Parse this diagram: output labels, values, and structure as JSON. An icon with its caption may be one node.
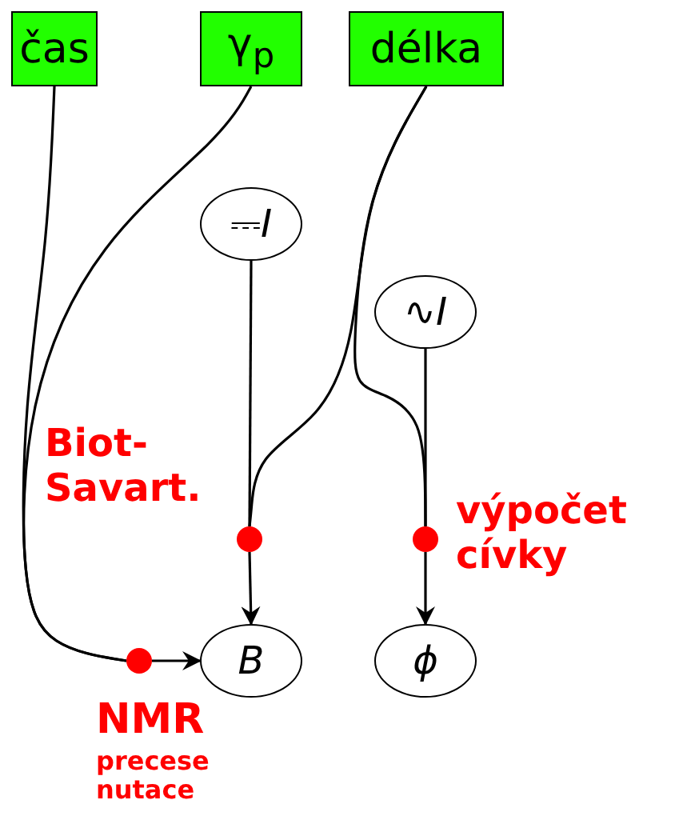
{
  "diagram": {
    "nodes": [
      {
        "text": [
          "čas"
        ]
      },
      {
        "text": [
          "γ$_{p}$"
        ]
      },
      {
        "text": [
          "délka"
        ]
      },
      {
        "text": [
          "⎓*I*"
        ]
      },
      {
        "text": [
          "∿*I*"
        ]
      },
      {
        "text": [],
        "shape": "circle",
        "beside": [
          "Biot-Savart."
        ]
      },
      {
        "text": [],
        "shape": "circle",
        "beside": [
          "výpočet cívky"
        ]
      },
      {
        "text": [],
        "shape": "circle",
        "beside": [
          "NMR",
          "precese nutace"
        ]
      },
      {
        "text": [
          "B"
        ]
      },
      {
        "text": [
          "ϕ"
        ]
      }
    ],
    "edges": [
      {
        "from": 0,
        "to": 7,
        "arrow": "none"
      },
      {
        "from": 1,
        "to": 7,
        "arrow": "none"
      },
      {
        "from": 7,
        "to": 8,
        "arrow": "to"
      },
      {
        "from": 3,
        "to": 5,
        "arrow": "none"
      },
      {
        "from": 2,
        "to": 5,
        "arrow": "none"
      },
      {
        "from": 5,
        "to": 8,
        "arrow": "to"
      },
      {
        "from": 2,
        "to": 6,
        "arrow": "none"
      },
      {
        "from": 4,
        "to": 6,
        "arrow": "none"
      },
      {
        "from": 6,
        "to": 9,
        "arrow": "to"
      }
    ]
  }
}
